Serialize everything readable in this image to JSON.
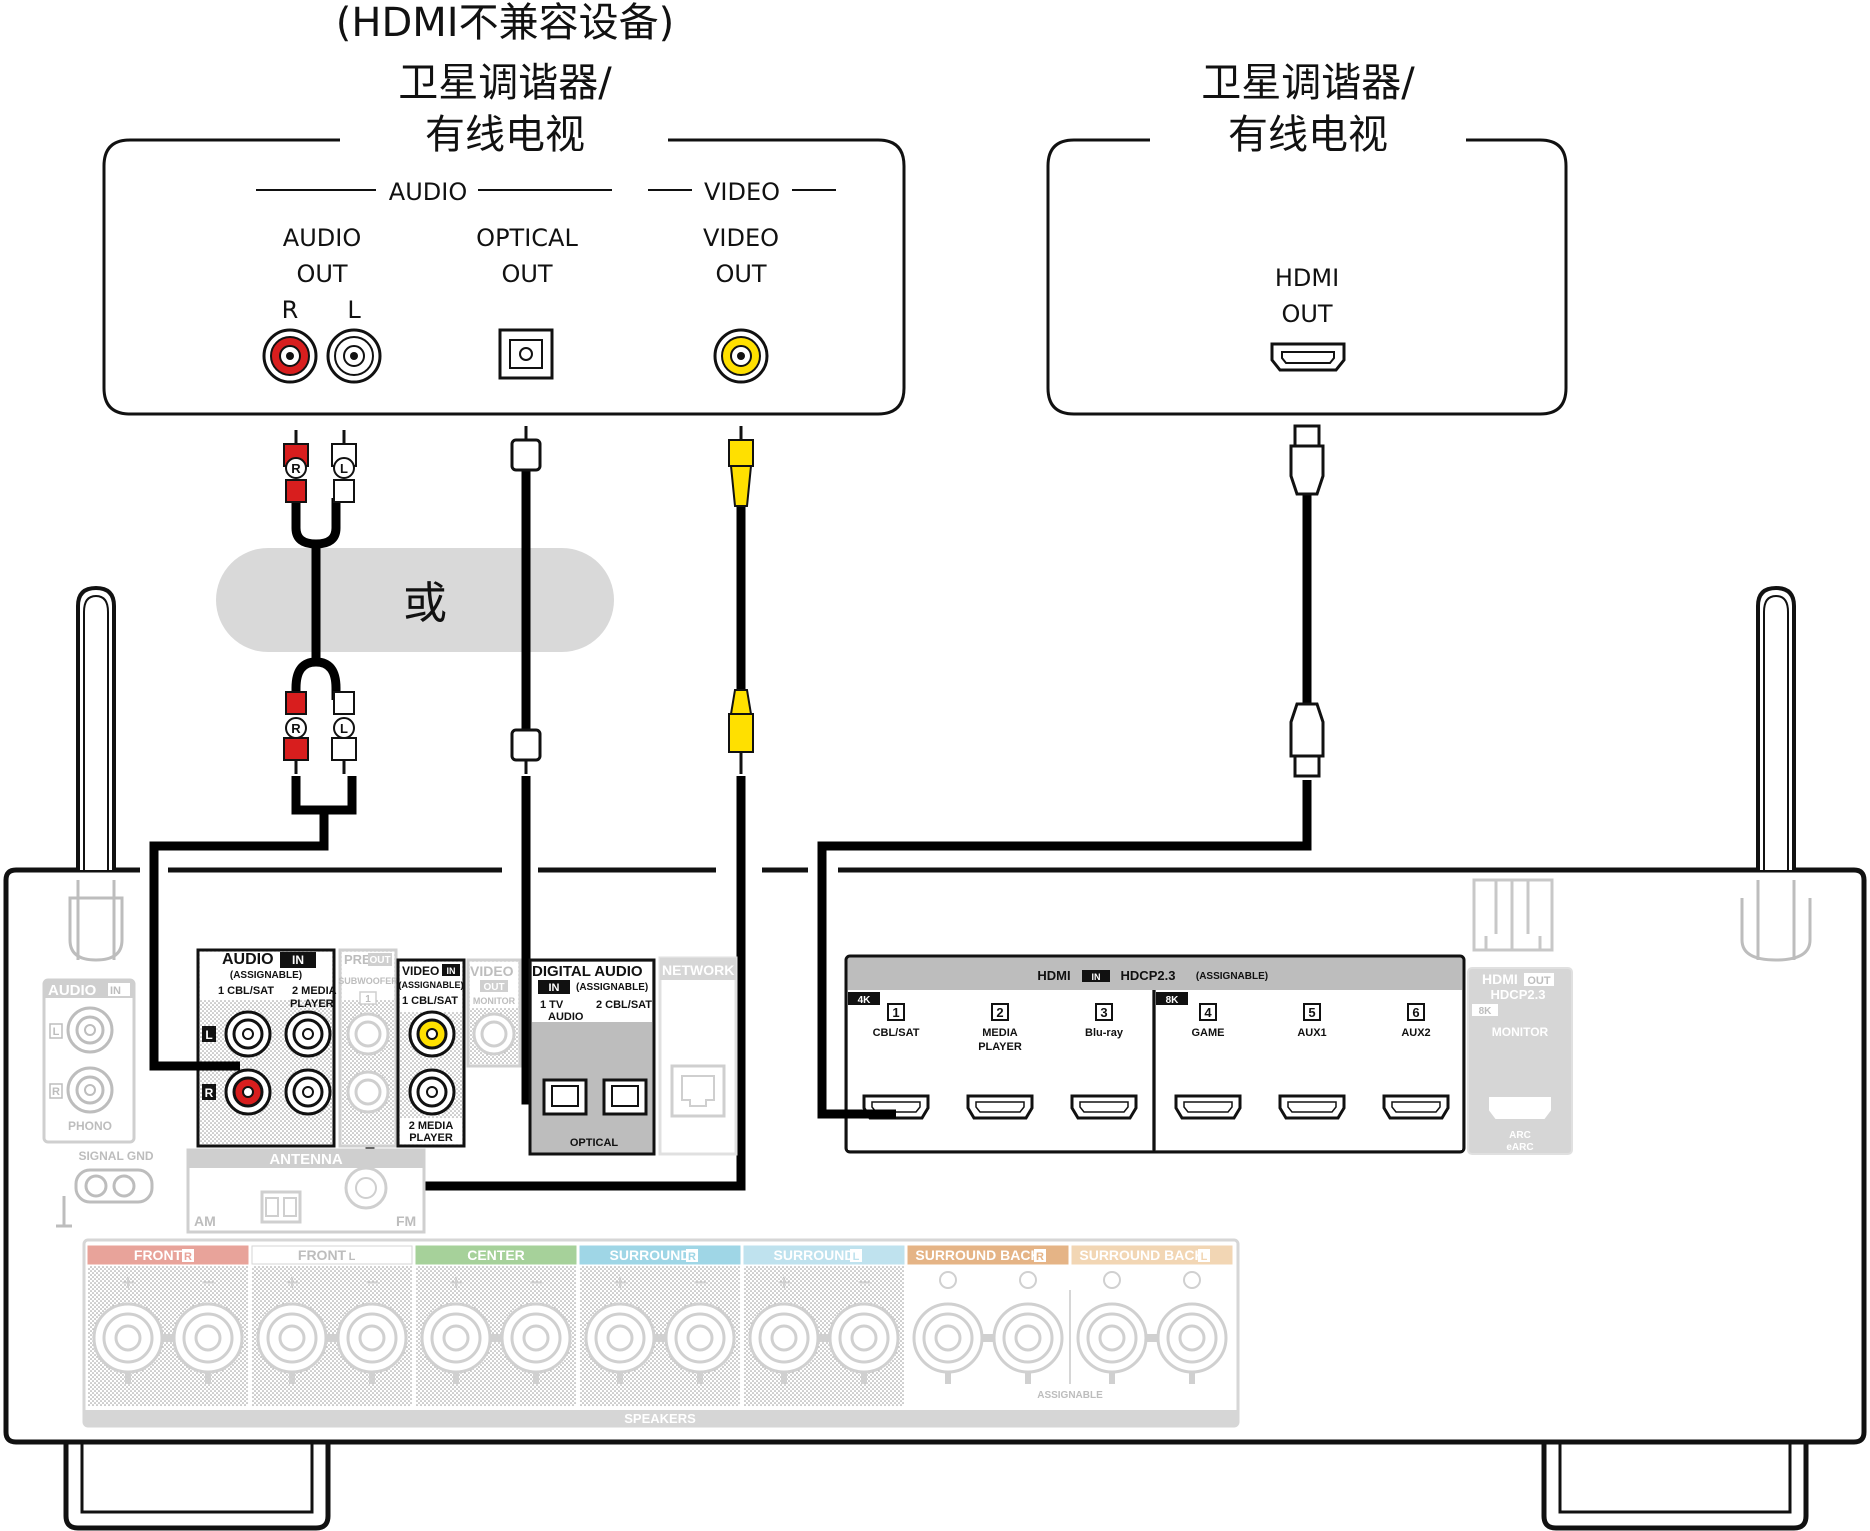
{
  "source_left": {
    "title_lines": [
      "(HDMI不兼容设备)",
      "卫星调谐器/",
      "有线电视"
    ],
    "section_audio": "AUDIO",
    "section_video": "VIDEO",
    "audio_out": [
      "AUDIO",
      "OUT"
    ],
    "r_label": "R",
    "l_label": "L",
    "optical_out": [
      "OPTICAL",
      "OUT"
    ],
    "video_out": [
      "VIDEO",
      "OUT"
    ]
  },
  "source_right": {
    "title_lines": [
      "卫星调谐器/",
      "有线电视"
    ],
    "hdmi_out": [
      "HDMI",
      "OUT"
    ]
  },
  "or_label": "或",
  "plug_r": "R",
  "plug_l": "L",
  "receiver": {
    "audio_in_assignable": {
      "title": "AUDIO",
      "in_tag": "IN",
      "sub": "(ASSIGNABLE)",
      "col1": "1 CBL/SAT",
      "col2": "2  MEDIA",
      "col2b": "PLAYER",
      "l": "L",
      "r": "R"
    },
    "preout": {
      "title": "PRE",
      "out": "OUT",
      "sub": "SUBWOOFER",
      "n": "1"
    },
    "video_in": {
      "title": "VIDEO",
      "in_tag": "IN",
      "sub": "(ASSIGNABLE)",
      "col1": "1 CBL/SAT",
      "col2a": "2 MEDIA",
      "col2b": "PLAYER"
    },
    "video_out": {
      "title": "VIDEO",
      "out": "OUT",
      "sub": "MONITOR"
    },
    "digital_audio": {
      "title": "DIGITAL AUDIO",
      "in_tag": "IN",
      "sub": "(ASSIGNABLE)",
      "col1a": "1   TV",
      "col1b": "AUDIO",
      "col2": "2 CBL/SAT",
      "bottom": "OPTICAL"
    },
    "network": "NETWORK",
    "audio_in_phono": {
      "title": "AUDIO",
      "in_tag": "IN",
      "l": "L",
      "r": "R",
      "bottom": "PHONO"
    },
    "signal_gnd": "SIGNAL GND",
    "antenna": {
      "title": "ANTENNA",
      "am": "AM",
      "fm": "FM"
    },
    "hdmi_in": {
      "title": "HDMI",
      "in_tag": "IN",
      "hdcp": "HDCP2.3",
      "assignable": "(ASSIGNABLE)",
      "tag_4k": "4K",
      "tag_8k": "8K",
      "ports": [
        {
          "n": "1",
          "name": [
            "CBL/SAT"
          ]
        },
        {
          "n": "2",
          "name": [
            "MEDIA",
            "PLAYER"
          ]
        },
        {
          "n": "3",
          "name": [
            "Blu-ray"
          ]
        },
        {
          "n": "4",
          "name": [
            "GAME"
          ]
        },
        {
          "n": "5",
          "name": [
            "AUX1"
          ]
        },
        {
          "n": "6",
          "name": [
            "AUX2"
          ]
        }
      ]
    },
    "hdmi_out": {
      "title": "HDMI",
      "out_tag": "OUT",
      "hdcp": "HDCP2.3",
      "tag_8k": "8K",
      "monitor": "MONITOR",
      "arc1": "ARC",
      "arc2": "eARC"
    },
    "speakers": {
      "groups": [
        {
          "label": "FRONT",
          "ch": "R",
          "color": "#e8a39a"
        },
        {
          "label": "FRONT",
          "ch": "L",
          "color": "#ffffff"
        },
        {
          "label": "CENTER",
          "ch": "",
          "color": "#a6d19a"
        },
        {
          "label": "SURROUND",
          "ch": "R",
          "color": "#9fd6e6"
        },
        {
          "label": "SURROUND",
          "ch": "L",
          "color": "#bfe2ee"
        },
        {
          "label": "SURROUND BACK",
          "ch": "R",
          "color": "#e5b486"
        },
        {
          "label": "SURROUND BACK",
          "ch": "L",
          "color": "#f2d6b4"
        }
      ],
      "plus": "+",
      "minus": "−",
      "assignable": "ASSIGNABLE",
      "bottom": "SPEAKERS"
    }
  },
  "colors": {
    "audio_r": "#d81e1e",
    "video_yellow": "#ffe000",
    "cable": "#000000",
    "or_bubble": "#d9d9d9",
    "panel_grey": "#bdbdbd"
  }
}
